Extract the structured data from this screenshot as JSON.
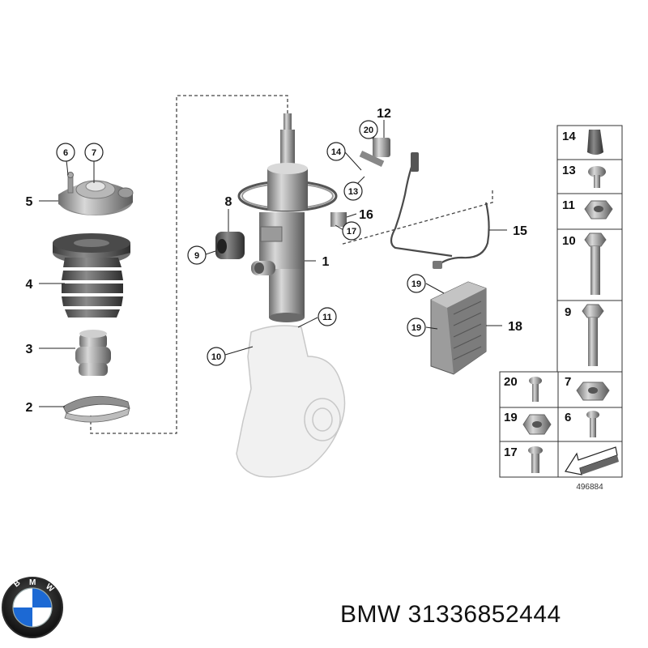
{
  "callouts": {
    "c1": "1",
    "c2": "2",
    "c3": "3",
    "c4": "4",
    "c5": "5",
    "c6": "6",
    "c7": "7",
    "c8": "8",
    "c9": "9",
    "c10": "10",
    "c11": "11",
    "c12": "12",
    "c13": "13",
    "c14": "14",
    "c15": "15",
    "c16": "16",
    "c17": "17",
    "c18": "18",
    "c19a": "19",
    "c19b": "19",
    "c20": "20"
  },
  "legend": {
    "cells": [
      {
        "id": "14"
      },
      {
        "id": "13"
      },
      {
        "id": "11"
      },
      {
        "id": "10"
      },
      {
        "id": "9"
      },
      {
        "id": "20"
      },
      {
        "id": "7"
      },
      {
        "id": "19"
      },
      {
        "id": "6"
      },
      {
        "id": "17"
      }
    ]
  },
  "diagram_number": "496884",
  "caption": {
    "brand": "BMW",
    "part_number": "31336852444",
    "full": "BMW 31336852444"
  },
  "logo": {
    "letters": "BMW",
    "colors": {
      "blue": "#1c69d4",
      "white": "#ffffff",
      "black": "#111111"
    }
  }
}
